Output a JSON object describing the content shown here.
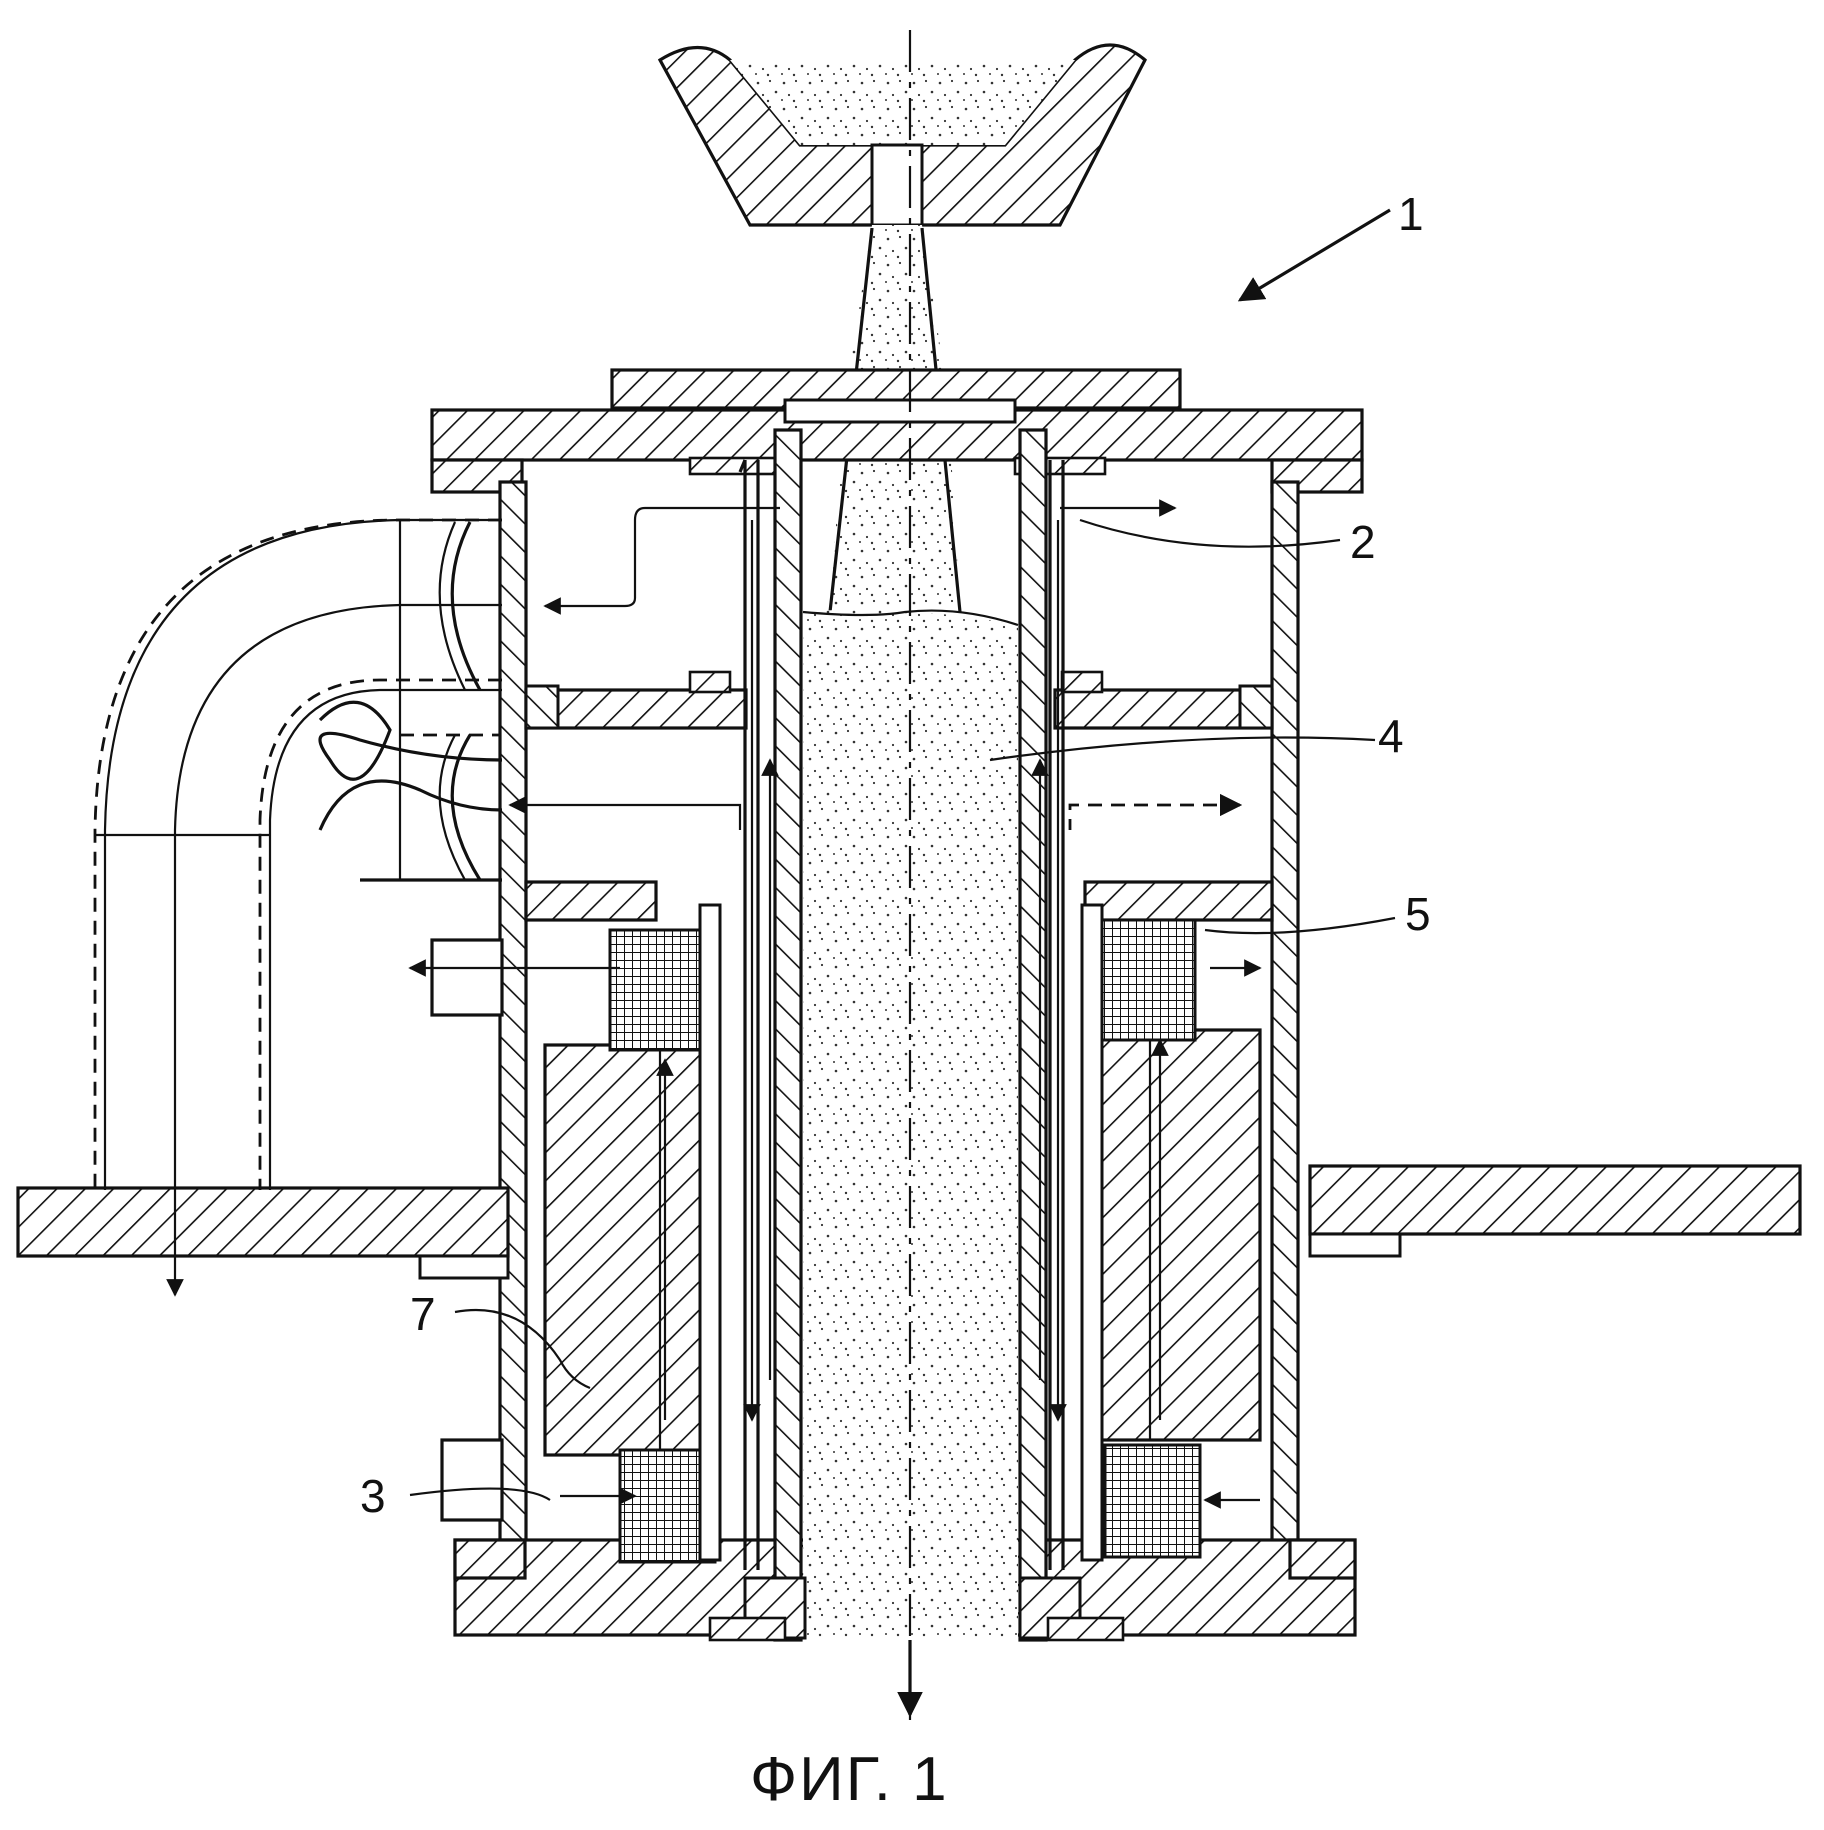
{
  "figure": {
    "caption": "ФИГ. 1",
    "labels": [
      {
        "id": "label-1",
        "text": "1"
      },
      {
        "id": "label-2",
        "text": "2"
      },
      {
        "id": "label-3",
        "text": "3"
      },
      {
        "id": "label-4",
        "text": "4"
      },
      {
        "id": "label-5",
        "text": "5"
      },
      {
        "id": "label-7",
        "text": "7"
      }
    ]
  }
}
